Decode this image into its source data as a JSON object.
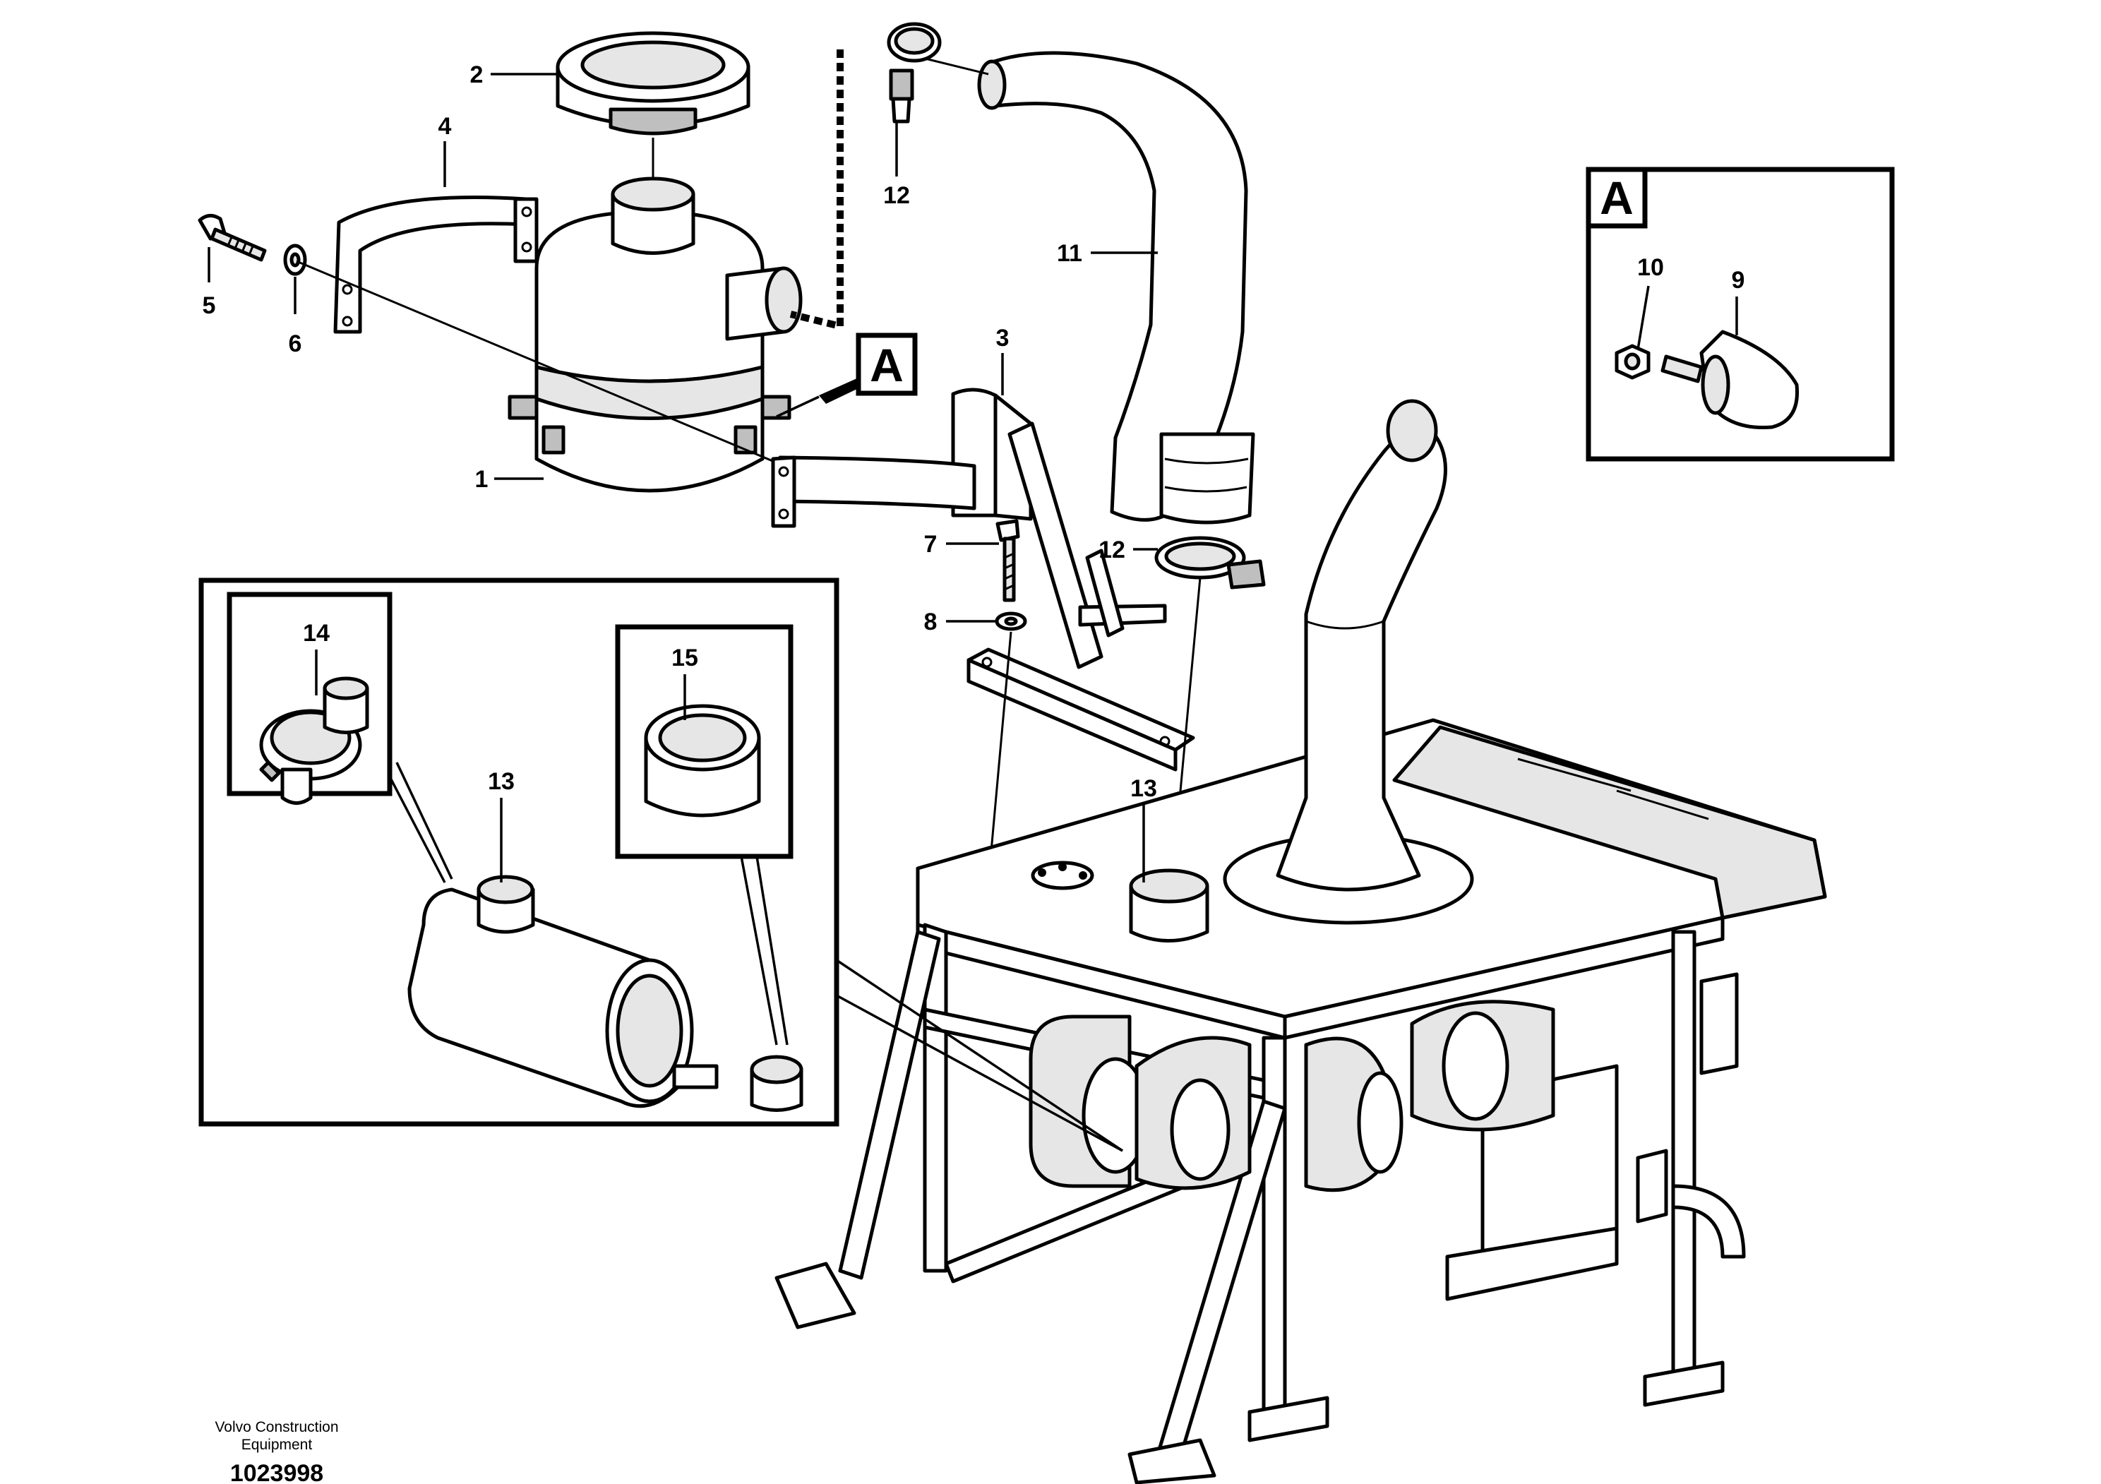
{
  "diagram": {
    "callouts": {
      "c1": "1",
      "c2": "2",
      "c3": "3",
      "c4": "4",
      "c5": "5",
      "c6": "6",
      "c7": "7",
      "c8": "8",
      "c9": "9",
      "c10": "10",
      "c11": "11",
      "c12a": "12",
      "c12b": "12",
      "c13a": "13",
      "c13b": "13",
      "c14": "14",
      "c15": "15"
    },
    "view_labels": {
      "ref_a": "A",
      "box_a": "A"
    },
    "footer": {
      "company_line1": "Volvo Construction",
      "company_line2": "Equipment",
      "document_number": "1023998"
    }
  }
}
